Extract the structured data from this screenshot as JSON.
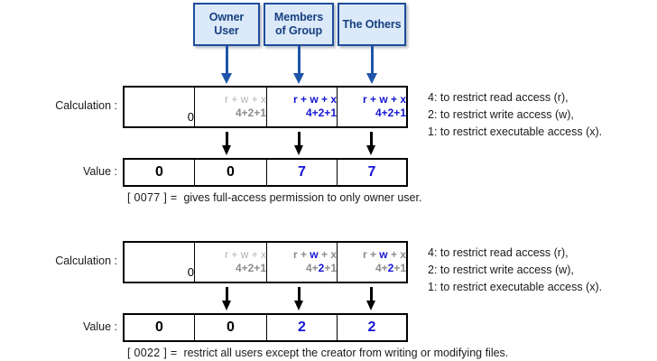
{
  "actors": [
    {
      "name": "actor-owner-user",
      "line1": "Owner",
      "line2": "User"
    },
    {
      "name": "actor-members-group",
      "line1": "Members",
      "line2": "of Group"
    },
    {
      "name": "actor-the-others",
      "line1": "The Others",
      "line2": ""
    }
  ],
  "labels": {
    "calculation": "Calculation :",
    "value": "Value :"
  },
  "legend": {
    "line1": "4: to restrict read access (r),",
    "line2": "2: to restrict write access (w),",
    "line3": "1: to restrict executable access (x)."
  },
  "blocks": [
    {
      "id": "block-0077",
      "calculation": {
        "cell1": {
          "value": "0"
        },
        "cell2": {
          "letters": [
            "r",
            "+",
            "w",
            "+",
            "x"
          ],
          "numbers": [
            "4",
            "+",
            "2",
            "+",
            "1"
          ],
          "state": "dim"
        },
        "cell3": {
          "letters": [
            "r",
            "+",
            "w",
            "+",
            "x"
          ],
          "numbers": [
            "4",
            "+",
            "2",
            "+",
            "1"
          ],
          "state": "all-blue"
        },
        "cell4": {
          "letters": [
            "r",
            "+",
            "w",
            "+",
            "x"
          ],
          "numbers": [
            "4",
            "+",
            "2",
            "+",
            "1"
          ],
          "state": "all-blue"
        }
      },
      "values": [
        "0",
        "0",
        "7",
        "7"
      ],
      "value_colors": [
        "black",
        "black",
        "blue",
        "blue"
      ],
      "caption_code": "[ 0077 ]  =",
      "caption_text": "gives full-access permission to only owner user."
    },
    {
      "id": "block-0022",
      "calculation": {
        "cell1": {
          "value": "0"
        },
        "cell2": {
          "letters": [
            "r",
            "+",
            "w",
            "+",
            "x"
          ],
          "numbers": [
            "4",
            "+",
            "2",
            "+",
            "1"
          ],
          "state": "dim"
        },
        "cell3": {
          "letters": [
            "r",
            "+",
            "w",
            "+",
            "x"
          ],
          "numbers": [
            "4",
            "+",
            "2",
            "+",
            "1"
          ],
          "state": "w-blue"
        },
        "cell4": {
          "letters": [
            "r",
            "+",
            "w",
            "+",
            "x"
          ],
          "numbers": [
            "4",
            "+",
            "2",
            "+",
            "1"
          ],
          "state": "w-blue"
        }
      },
      "values": [
        "0",
        "0",
        "2",
        "2"
      ],
      "value_colors": [
        "black",
        "black",
        "blue",
        "blue"
      ],
      "caption_code": "[ 0022 ]  =",
      "caption_text": "restrict all users except the creator from writing or modifying files."
    }
  ],
  "colors": {
    "box_fill": "#dbe9f9",
    "box_border": "#1f4e9c",
    "box_text": "#17407f",
    "accent_blue": "#1515d4",
    "arrow_blue": "#1f55a8",
    "dim_gray": "#b3b3b3"
  }
}
